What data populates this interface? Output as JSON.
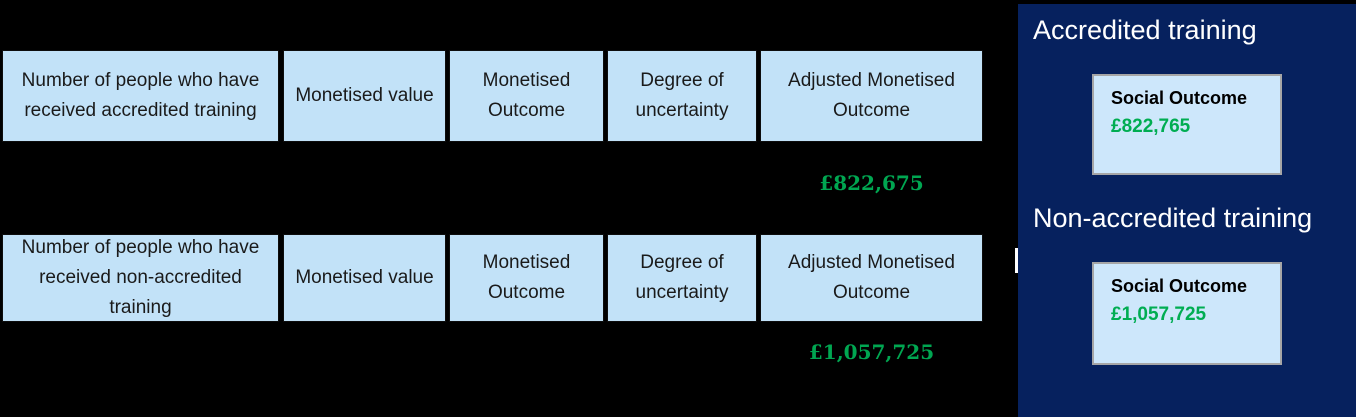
{
  "table": {
    "rows": [
      {
        "cells": [
          "Number of people who have received accredited training",
          "Monetised value",
          "Monetised Outcome",
          "Degree of uncertainty",
          "Adjusted Monetised Outcome"
        ],
        "adjusted_value": "£822,675"
      },
      {
        "cells": [
          "Number of people who have received non-accredited training",
          "Monetised value",
          "Monetised Outcome",
          "Degree of uncertainty",
          "Adjusted Monetised Outcome"
        ],
        "adjusted_value": "£1,057,725"
      }
    ]
  },
  "panel": {
    "sections": [
      {
        "title": "Accredited training",
        "card_label": "Social Outcome",
        "card_value": "£822,765"
      },
      {
        "title": "Non-accredited training",
        "card_label": "Social Outcome",
        "card_value": "£1,057,725"
      }
    ]
  },
  "colors": {
    "background": "#000000",
    "cell_blue": "#c2e2f8",
    "card_blue": "#cde7fb",
    "panel_navy": "#06215e",
    "value_green": "#00a651",
    "card_border_gray": "#a6a6a6"
  }
}
